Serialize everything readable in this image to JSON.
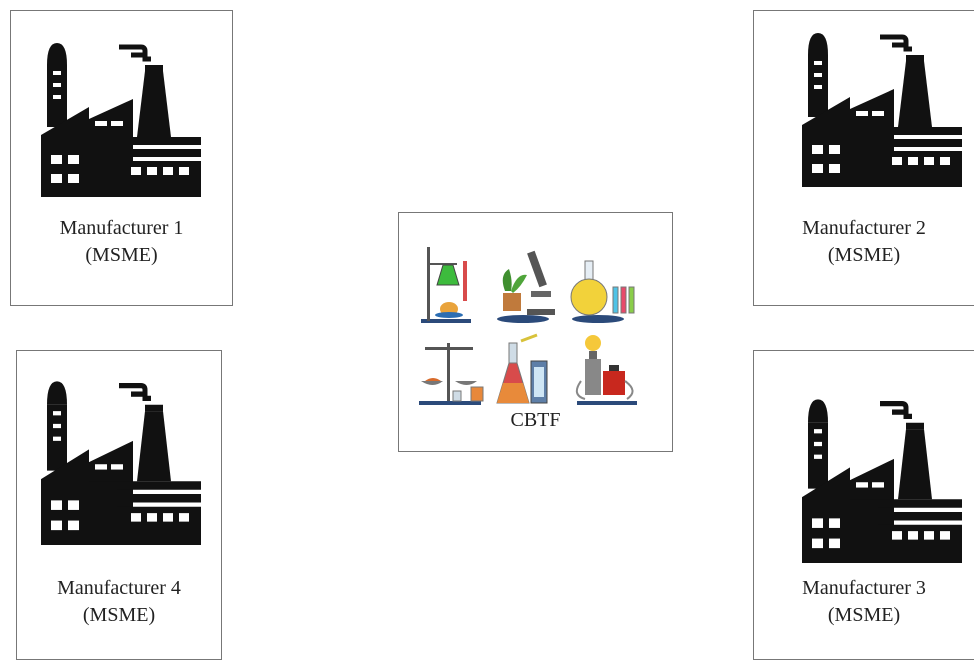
{
  "nodes": {
    "manufacturer_1": {
      "name": "Manufacturer 1",
      "type": "(MSME)"
    },
    "manufacturer_2": {
      "name": "Manufacturer 2",
      "type": "(MSME)"
    },
    "manufacturer_3": {
      "name": "Manufacturer 3",
      "type": "(MSME)"
    },
    "manufacturer_4": {
      "name": "Manufacturer 4",
      "type": "(MSME)"
    },
    "center": {
      "name": "CBTF"
    }
  },
  "icons": {
    "manufacturer": "factory-icon",
    "center": "laboratory-equipment-icon"
  }
}
